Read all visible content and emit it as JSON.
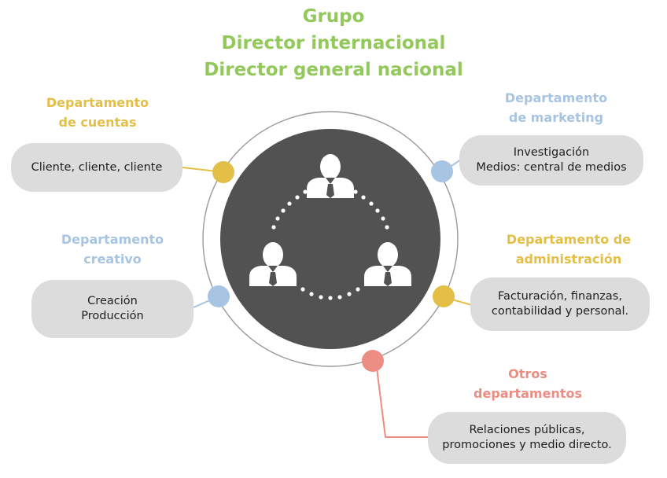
{
  "header": {
    "line1": "Grupo",
    "line2": "Director internacional",
    "line3": "Director general nacional"
  },
  "colors": {
    "green": "#92c95a",
    "yellow": "#e3bf47",
    "blue": "#a7c4e2",
    "salmon": "#ec8d84",
    "dark_circle": "#525252",
    "pill_bg": "#dcdcdc"
  },
  "departments": {
    "cuentas": {
      "title_l1": "Departamento",
      "title_l2": "de cuentas",
      "line1": "Cliente, cliente, cliente"
    },
    "marketing": {
      "title_l1": "Departamento",
      "title_l2": "de marketing",
      "line1": "Investigación",
      "line2": "Medios: central de medios"
    },
    "creativo": {
      "title_l1": "Departamento",
      "title_l2": "creativo",
      "line1": "Creación",
      "line2": "Producción"
    },
    "administracion": {
      "title_l1": "Departamento de",
      "title_l2": "administración",
      "line1": "Facturación, finanzas,",
      "line2": "contabilidad y personal."
    },
    "otros": {
      "title_l1": "Otros",
      "title_l2": "departamentos",
      "line1": "Relaciones públicas,",
      "line2": "promociones y medio directo."
    }
  },
  "icons": {
    "center": "group-of-people-icon"
  }
}
